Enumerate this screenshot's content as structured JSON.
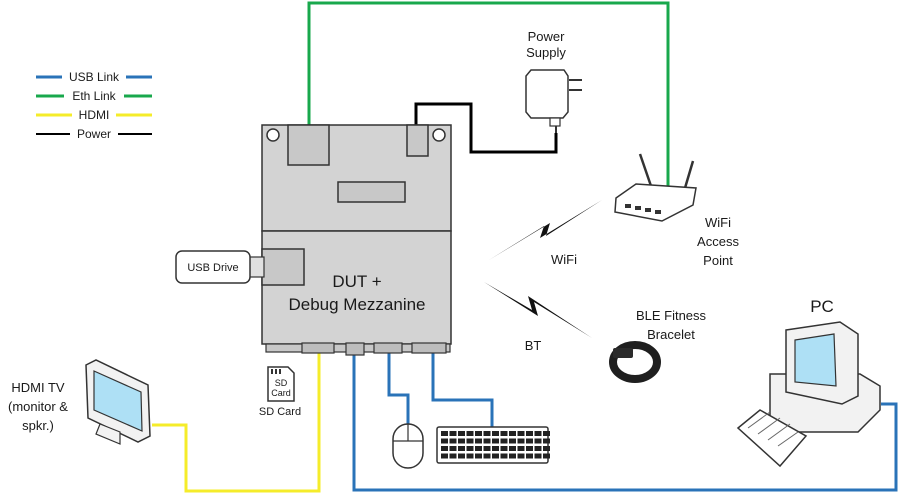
{
  "legend": {
    "usb": "USB Link",
    "eth": "Eth Link",
    "hdmi": "HDMI",
    "power": "Power"
  },
  "colors": {
    "usb": "#2a73b8",
    "eth": "#18a84c",
    "hdmi": "#f5ec2a",
    "power": "#000000",
    "board": "#d3d3d3",
    "board_stroke": "#333333"
  },
  "devices": {
    "dut": {
      "line1": "DUT +",
      "line2": "Debug Mezzanine"
    },
    "usb_drive": "USB Drive",
    "power_supply": {
      "line1": "Power",
      "line2": "Supply"
    },
    "wifi_ap": {
      "line1": "WiFi",
      "line2": "Access",
      "line3": "Point"
    },
    "ble": {
      "line1": "BLE Fitness",
      "line2": "Bracelet"
    },
    "pc": "PC",
    "hdmi_tv": {
      "line1": "HDMI TV",
      "line2": "(monitor &",
      "line3": "spkr.)"
    },
    "sd_card": {
      "icon_line1": "SD",
      "icon_line2": "Card",
      "label": "SD Card"
    }
  },
  "links": {
    "wifi": "WiFi",
    "bt": "BT"
  }
}
